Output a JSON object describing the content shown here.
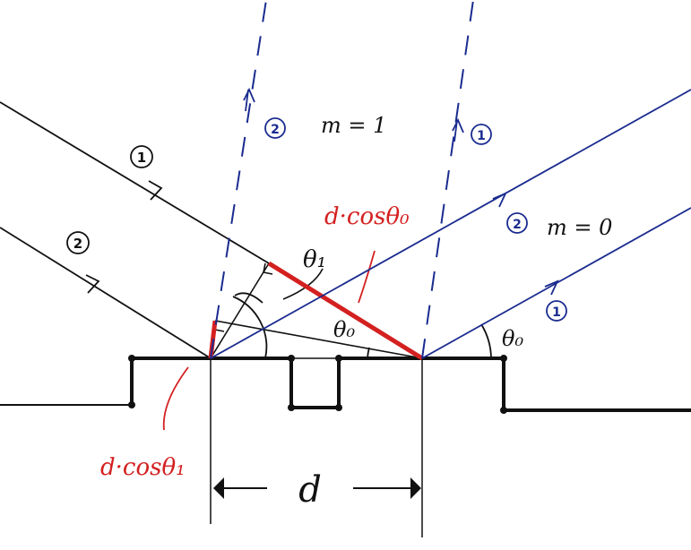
{
  "labels": {
    "ray1_incoming": "1",
    "ray2_incoming": "2",
    "order_m1": "m = 1",
    "ray2_m1": "2",
    "ray1_m1": "1",
    "ray2_m0": "2",
    "order_m0": "m = 0",
    "ray1_m0": "1",
    "theta1_label": "θ₁",
    "theta0_left": "θ₀",
    "theta0_right": "θ₀",
    "path_top": "d·cosθ₀",
    "path_bottom": "d·cosθ₁",
    "spacing": "d"
  },
  "colors": {
    "black": "#111111",
    "blue": "#1a2b8f",
    "red": "#d42020"
  }
}
